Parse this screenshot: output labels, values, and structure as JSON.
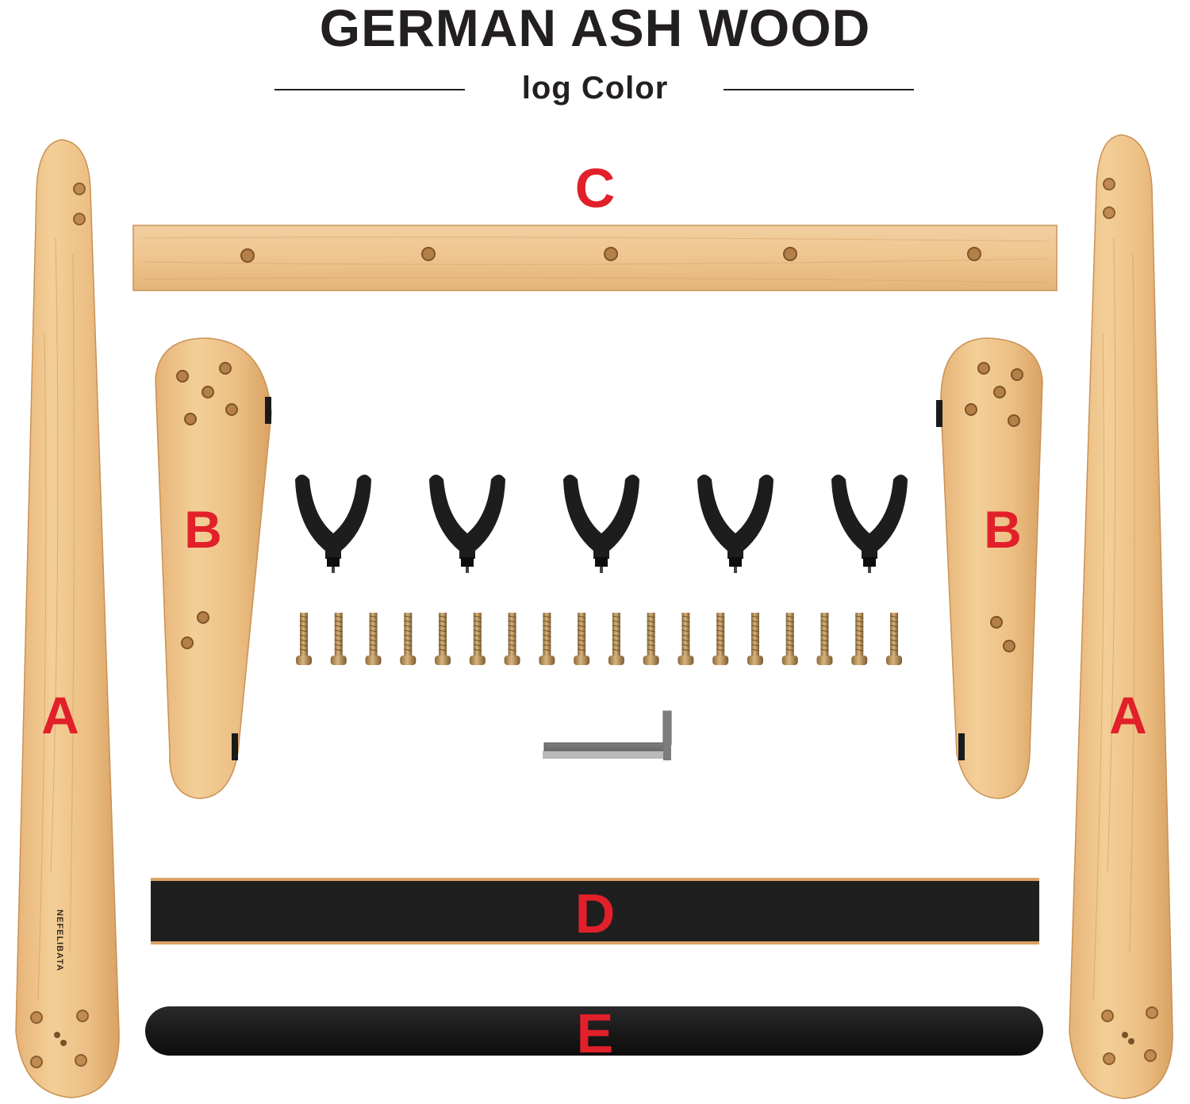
{
  "header": {
    "title": "GERMAN ASH WOOD",
    "subtitle": "log Color"
  },
  "parts": {
    "a_left": "A",
    "a_right": "A",
    "b_left": "B",
    "b_right": "B",
    "c": "C",
    "d": "D",
    "e": "E"
  },
  "brand": "NEFELIBATA",
  "colors": {
    "wood_light": "#f0c890",
    "wood_dark": "#d9a263",
    "foam_black": "#1d1d1d",
    "label_red": "#e1202a",
    "screw_gold": "#b08a55"
  },
  "hardware": {
    "yoke_hooks_count": 5,
    "screws_count": 18,
    "hex_key_count": 1
  }
}
